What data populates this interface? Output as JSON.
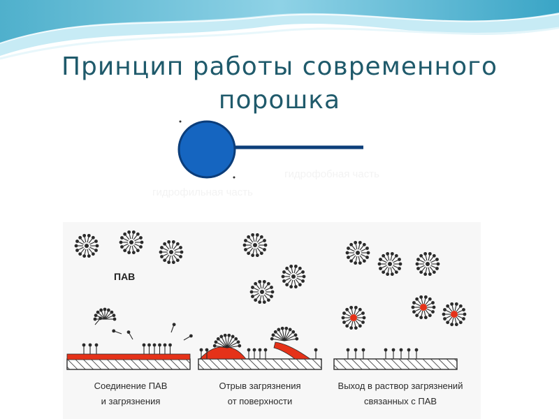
{
  "slide": {
    "title_line1": "Принцип работы современного",
    "title_line2": "порошка"
  },
  "molecule": {
    "head_color": "#1565c0",
    "tail_color": "#0d3f7a",
    "hidden_label_left": "гидрофильная часть",
    "hidden_label_right": "гидрофобная часть"
  },
  "diagram": {
    "surfactant_label": "ПАВ",
    "captions": [
      {
        "line1": "Соединение ПАВ",
        "line2": "и загрязнения"
      },
      {
        "line1": "Отрыв загрязнения",
        "line2": "от поверхности"
      },
      {
        "line1": "Выход в раствор загрязнений",
        "line2": "связанных с ПАВ"
      }
    ],
    "dirt_color": "#e53219",
    "surface_color": "#2b2b2b"
  },
  "colors": {
    "title": "#1f5a6b",
    "wave_light": "#d9f1f8",
    "wave_mid": "#9fd8ea",
    "wave_dark": "#5cb7d2"
  }
}
